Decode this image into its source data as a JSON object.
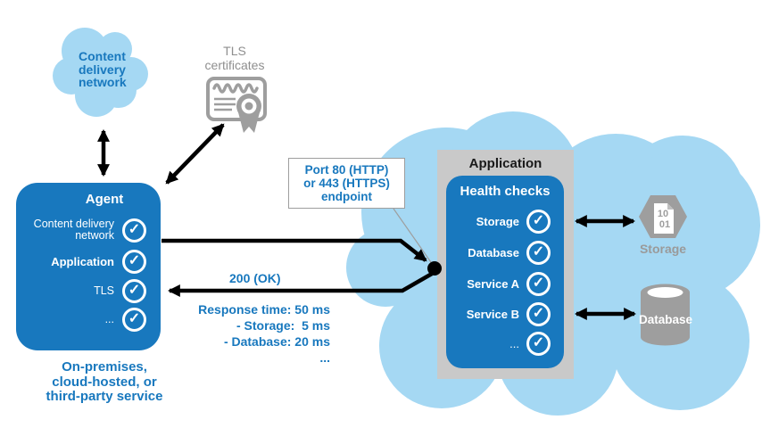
{
  "colors": {
    "blue": "#1878BE",
    "cloud_blue": "#A5D8F3",
    "gray_panel": "#C9C9C9",
    "icon_gray": "#9E9E9E",
    "gray_text": "#8F8F8F",
    "arrow_black": "#000000"
  },
  "icons": {
    "check_glyph": "✓"
  },
  "cdn_cloud": {
    "lines": [
      "Content",
      "delivery",
      "network"
    ]
  },
  "tls": {
    "lines": [
      "TLS",
      "certificates"
    ]
  },
  "agent": {
    "title": "Agent",
    "items": [
      {
        "line1": "Content delivery",
        "line2": "network"
      },
      {
        "line1": "Application"
      },
      {
        "line1": "TLS"
      },
      {
        "line1": "..."
      }
    ],
    "caption_lines": [
      "On-premises,",
      "cloud-hosted, or",
      "third-party service"
    ]
  },
  "endpoint_callout": {
    "lines": [
      "Port 80 (HTTP)",
      "or 443 (HTTPS)",
      "endpoint"
    ]
  },
  "request": {
    "status_label": "200 (OK)"
  },
  "response_metrics": {
    "lines": [
      "Response time: 50 ms",
      "- Storage:  5 ms",
      "- Database: 20 ms",
      "..."
    ]
  },
  "application": {
    "title": "Application",
    "health_checks": {
      "title": "Health checks",
      "items": [
        {
          "label": "Storage"
        },
        {
          "label": "Database"
        },
        {
          "label": "Service A"
        },
        {
          "label": "Service B"
        },
        {
          "label": "..."
        }
      ]
    }
  },
  "storage_icon": {
    "digits": [
      "10",
      "01"
    ],
    "label": "Storage"
  },
  "database_icon": {
    "label": "Database"
  }
}
